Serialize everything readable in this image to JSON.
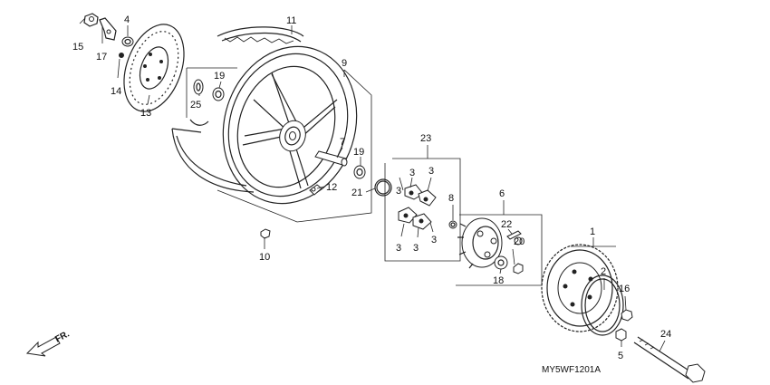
{
  "diagram": {
    "code": "MY5WF1201A",
    "direction": "FR.",
    "parts": [
      {
        "id": "p15",
        "label": "15"
      },
      {
        "id": "p4",
        "label": "4"
      },
      {
        "id": "p17",
        "label": "17"
      },
      {
        "id": "p14",
        "label": "14"
      },
      {
        "id": "p13",
        "label": "13"
      },
      {
        "id": "p11",
        "label": "11"
      },
      {
        "id": "p9",
        "label": "9"
      },
      {
        "id": "p19a",
        "label": "19"
      },
      {
        "id": "p25",
        "label": "25"
      },
      {
        "id": "p7",
        "label": "7"
      },
      {
        "id": "p19b",
        "label": "19"
      },
      {
        "id": "p21",
        "label": "21"
      },
      {
        "id": "p12",
        "label": "12"
      },
      {
        "id": "p10",
        "label": "10"
      },
      {
        "id": "p23",
        "label": "23"
      },
      {
        "id": "p3a",
        "label": "3"
      },
      {
        "id": "p3b",
        "label": "3"
      },
      {
        "id": "p3c",
        "label": "3"
      },
      {
        "id": "p3d",
        "label": "3"
      },
      {
        "id": "p3e",
        "label": "3"
      },
      {
        "id": "p3f",
        "label": "3"
      },
      {
        "id": "p8",
        "label": "8"
      },
      {
        "id": "p6",
        "label": "6"
      },
      {
        "id": "p22",
        "label": "22"
      },
      {
        "id": "p20",
        "label": "20"
      },
      {
        "id": "p18",
        "label": "18"
      },
      {
        "id": "p1",
        "label": "1"
      },
      {
        "id": "p2",
        "label": "2"
      },
      {
        "id": "p16",
        "label": "16"
      },
      {
        "id": "p5",
        "label": "5"
      },
      {
        "id": "p24",
        "label": "24"
      }
    ]
  }
}
